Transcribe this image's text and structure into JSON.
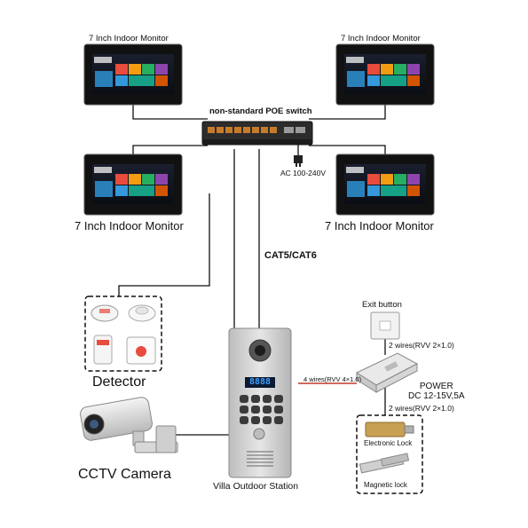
{
  "monitors": {
    "top_left_label": "7 Inch Indoor Monitor",
    "top_right_label": "7 Inch Indoor Monitor",
    "mid_left_label": "7 Inch Indoor Monitor",
    "mid_right_label": "7 Inch Indoor Monitor"
  },
  "switch": {
    "label": "non-standard POE switch",
    "power_label": "AC 100-240V"
  },
  "cable": {
    "label": "CAT5/CAT6"
  },
  "exit_button": {
    "label": "Exit button",
    "wires": "2 wires(RVV 2×1.0)"
  },
  "power_supply": {
    "label_line1": "POWER",
    "label_line2": "DC 12-15V,5A",
    "wires_out": "2 wires(RVV 2×1.0)"
  },
  "station_link": {
    "wires": "4 wires(RVV 4×1.0)"
  },
  "locks": {
    "electronic": "Electronic Lock",
    "magnetic": "Magnetic lock"
  },
  "detector": {
    "label": "Detector"
  },
  "cctv": {
    "label": "CCTV Camera"
  },
  "station": {
    "label": "Villa Outdoor Station",
    "display": "8888"
  },
  "colors": {
    "wire": "#111111",
    "link_wire": "#c0392b",
    "switch_body": "#2c2c2c",
    "switch_ports": "#c77b2a",
    "station_panel": "#cfcfcf"
  }
}
